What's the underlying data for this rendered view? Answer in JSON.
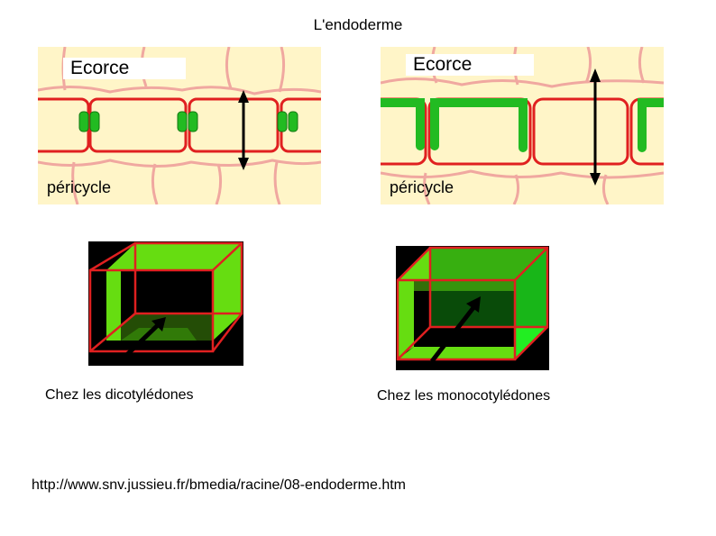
{
  "title": "L'endoderme",
  "panels": {
    "left": {
      "top_label": "Ecorce",
      "bottom_label": "péricycle",
      "caption": "Chez les dicotylédones"
    },
    "right": {
      "top_label": "Ecorce",
      "bottom_label": "péricycle",
      "caption": "Chez les monocotylédones"
    }
  },
  "source_url": "http://www.snv.jussieu.fr/bmedia/racine/08-endoderme.htm",
  "colors": {
    "cell_fill": "#fff5c8",
    "cell_wall": "#f0a8a0",
    "endoderm_wall": "#e02020",
    "thickening": "#22bb22",
    "box_bg": "#000000",
    "box_green": "#66dd11"
  }
}
